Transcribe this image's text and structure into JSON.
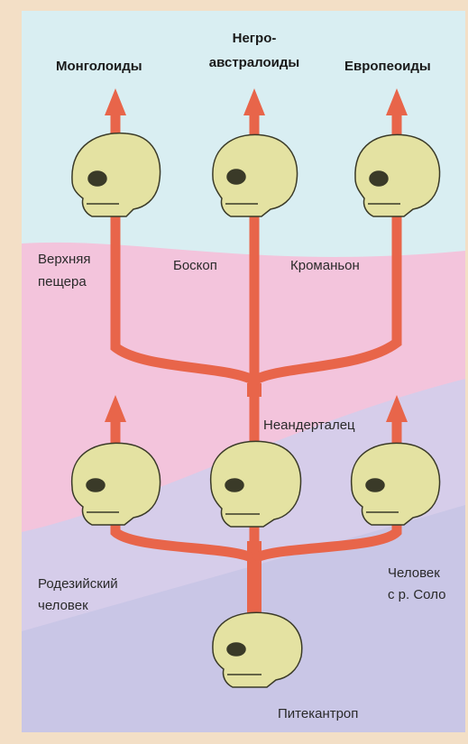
{
  "top_labels": {
    "mongoloids": "Монголоиды",
    "negro_line1": "Негро-",
    "negro_line2": "австралоиды",
    "europeoids": "Европеоиды"
  },
  "stage_labels": {
    "upper_cave_line1": "Верхняя",
    "upper_cave_line2": "пещера",
    "boskop": "Боскоп",
    "cromagnon": "Кроманьон",
    "neanderthal": "Неандерталец",
    "rhodesian_line1": "Родезийский",
    "rhodesian_line2": "человек",
    "solo_line1": "Человек",
    "solo_line2": "с р. Соло",
    "pithecanthropus": "Питекантроп"
  },
  "colors": {
    "frame": "#f3dfc6",
    "band_blue": "#d9eef2",
    "band_pink": "#f3c4dc",
    "band_lavender": "#cfc9e8",
    "arrow": "#e8654a",
    "skull": "#e4e2a2",
    "skull_outline": "#3a3a28"
  }
}
